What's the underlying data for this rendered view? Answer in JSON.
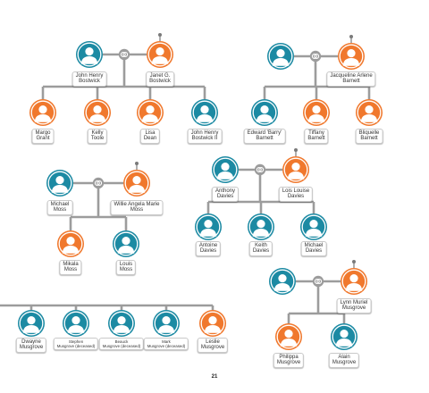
{
  "colors": {
    "male": "#1c8aa3",
    "female": "#f0782d",
    "line": "#9c9c9c",
    "silhouette": "#ffffff"
  },
  "people": {
    "john_henry_bostwick": {
      "name": "John Henry\nBostwick",
      "gender": "male"
    },
    "janet_g_bostwick": {
      "name": "Janet G.\nBostwick",
      "gender": "female"
    },
    "margo_grant": {
      "name": "Margo\nGrant",
      "gender": "female"
    },
    "kelly_toole": {
      "name": "Kelly\nToole",
      "gender": "female"
    },
    "lisa_dean": {
      "name": "Lisa\nDean",
      "gender": "female"
    },
    "john_henry_bostwick_ii": {
      "name": "John Henry\nBostwick II",
      "gender": "male"
    },
    "barnett_husband": {
      "name": "",
      "gender": "male"
    },
    "jacqueline_arlene_barnett": {
      "name": "Jacqueline Arlene\nBarnett",
      "gender": "female"
    },
    "edward_barry_barnett": {
      "name": "Edward 'Barry'\nBarnett",
      "gender": "male"
    },
    "tiffany_barnett": {
      "name": "Tiffany\nBarnett",
      "gender": "female"
    },
    "bliquelle_barnett": {
      "name": "Bliquelle\nBarnett",
      "gender": "female"
    },
    "anthony_davies": {
      "name": "Anthony\nDavies",
      "gender": "male"
    },
    "lois_louise_davies": {
      "name": "Lois Louise\nDavies",
      "gender": "female"
    },
    "antoine_davies": {
      "name": "Antoine\nDavies",
      "gender": "male"
    },
    "keith_davies": {
      "name": "Keith\nDavies",
      "gender": "male"
    },
    "michael_davies": {
      "name": "Michael\nDavies",
      "gender": "male"
    },
    "michael_moss": {
      "name": "Michael\nMoss",
      "gender": "male"
    },
    "willie_angela_marie_moss": {
      "name": "Willie Angela Marie\nMoss",
      "gender": "female"
    },
    "mikala_moss": {
      "name": "Mikala\nMoss",
      "gender": "female"
    },
    "louis_moss": {
      "name": "Louis\nMoss",
      "gender": "male"
    },
    "musgrove_husband": {
      "name": "",
      "gender": "male"
    },
    "lynn_muriel_musgrove": {
      "name": "Lynn Muriel\nMusgrove",
      "gender": "female"
    },
    "philippa_musgrove": {
      "name": "Philippa\nMusgrove",
      "gender": "female"
    },
    "alain_musgrove": {
      "name": "Alain\nMusgrove",
      "gender": "male"
    },
    "dwayne_musgrove": {
      "name": "Dwayne\nMusgrove",
      "gender": "male"
    },
    "stephen_musgrove": {
      "name": "Stephen\nMusgrove (deceased)",
      "gender": "male"
    },
    "beauck_musgrove": {
      "name": "Beauck\nMusgrove (deceased)",
      "gender": "male"
    },
    "mark_musgrove": {
      "name": "Mark\nMusgrove (deceased)",
      "gender": "male"
    },
    "leslie_musgrove": {
      "name": "Leslie\nMusgrove",
      "gender": "female"
    }
  },
  "page_number": "21"
}
